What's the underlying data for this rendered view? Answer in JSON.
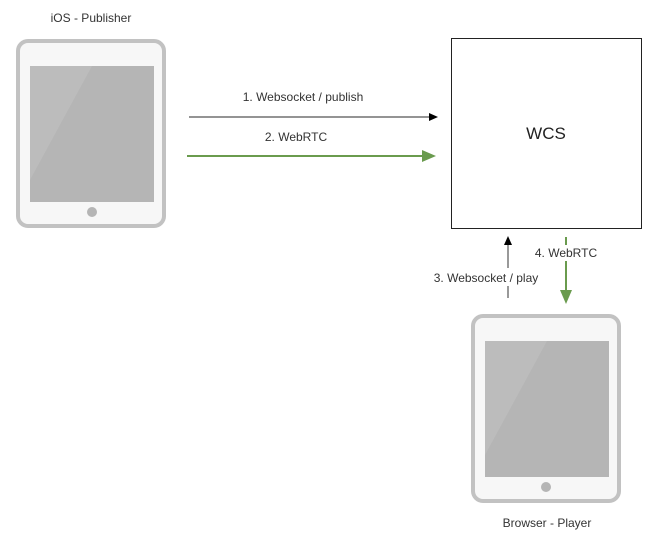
{
  "nodes": {
    "publisher": {
      "label": "iOS - Publisher"
    },
    "server": {
      "label": "WCS"
    },
    "player": {
      "label": "Browser - Player"
    }
  },
  "edges": [
    {
      "label": "1. Websocket / publish",
      "from": "publisher",
      "to": "server",
      "color": "#555555"
    },
    {
      "label": "2. WebRTC",
      "from": "publisher",
      "to": "server",
      "color": "#6a9b4e"
    },
    {
      "label": "3. Websocket / play",
      "from": "player",
      "to": "server",
      "color": "#555555"
    },
    {
      "label": "4. WebRTC",
      "from": "server",
      "to": "player",
      "color": "#6a9b4e"
    }
  ],
  "colors": {
    "device_frame": "#c2c2c2",
    "device_body": "#f7f7f7",
    "device_screen": "#b5b5b5",
    "signal": "#555555",
    "media": "#6a9b4e"
  }
}
